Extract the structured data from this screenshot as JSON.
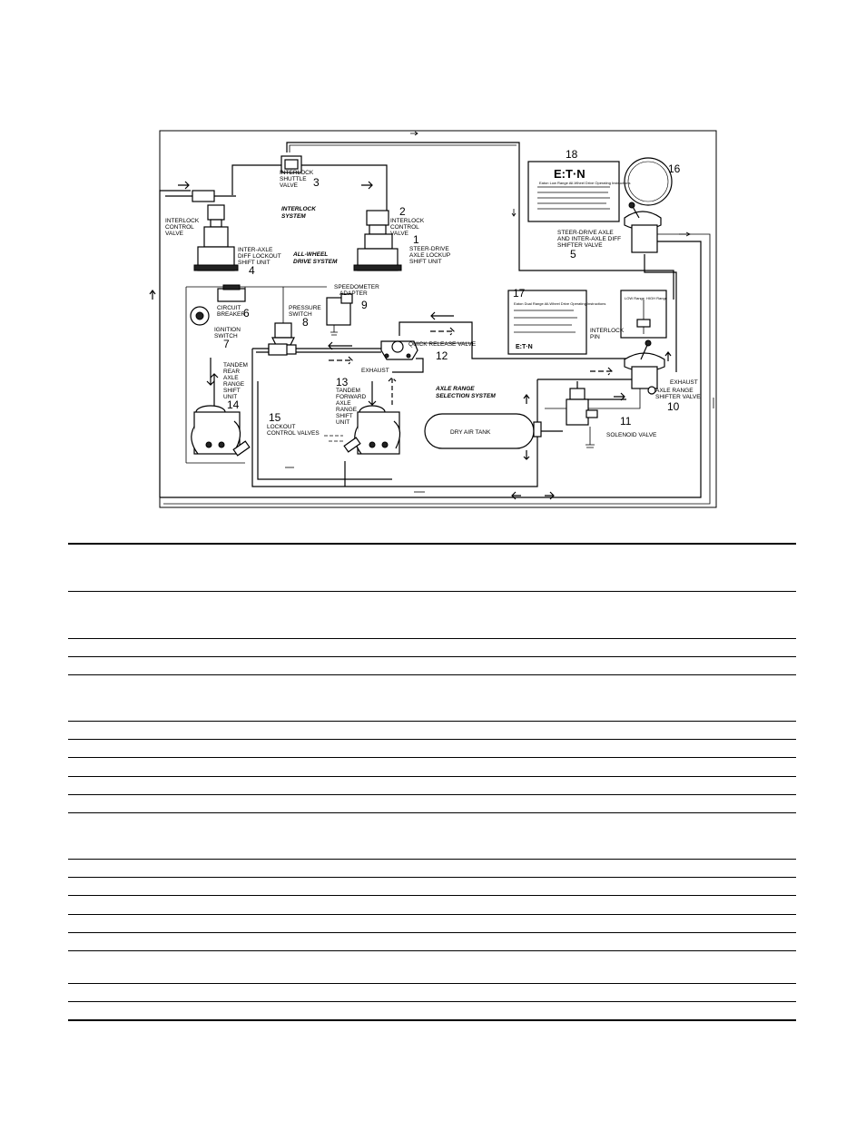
{
  "diagram": {
    "systems": {
      "interlock": "INTERLOCK SYSTEM",
      "all_wheel": "ALL-WHEEL DRIVE SYSTEM",
      "axle_range": "AXLE RANGE SELECTION SYSTEM"
    },
    "components": [
      {
        "num": "1",
        "label": "STEER-DRIVE AXLE LOCKUP SHIFT UNIT"
      },
      {
        "num": "2",
        "label": "INTERLOCK CONTROL VALVE"
      },
      {
        "num": "3",
        "label": "INTERLOCK SHUTTLE VALVE"
      },
      {
        "num": "4",
        "label": "INTER-AXLE DIFF LOCKOUT SHIFT UNIT"
      },
      {
        "num": "5",
        "label": "STEER-DRIVE AXLE AND INTER-AXLE DIFF SHIFTER VALVE"
      },
      {
        "num": "6",
        "label": "CIRCUIT BREAKER"
      },
      {
        "num": "7",
        "label": "IGNITION SWITCH"
      },
      {
        "num": "8",
        "label": "PRESSURE SWITCH"
      },
      {
        "num": "9",
        "label": "SPEEDOMETER ADAPTER"
      },
      {
        "num": "10",
        "label": "AXLE RANGE SHIFTER VALVE"
      },
      {
        "num": "11",
        "label": "SOLENOID VALVE"
      },
      {
        "num": "12",
        "label": "QUICK RELEASE VALVE"
      },
      {
        "num": "13",
        "label": "TANDEM FORWARD AXLE RANGE SHIFT UNIT"
      },
      {
        "num": "14",
        "label": "TANDEM REAR AXLE RANGE SHIFT UNIT"
      },
      {
        "num": "15",
        "label": "LOCKOUT CONTROL VALVES"
      },
      {
        "num": "16",
        "label": ""
      },
      {
        "num": "17",
        "label": ""
      },
      {
        "num": "18",
        "label": ""
      }
    ],
    "other_labels": {
      "interlock_control_valve_left": "INTERLOCK CONTROL VALVE",
      "exhaust_left": "EXHAUST",
      "exhaust_right": "EXHAUST",
      "interlock_pin": "INTERLOCK PIN",
      "dry_air_tank": "DRY AIR TANK",
      "low_range": "LOW Range",
      "high_range": "HIGH Range",
      "brand": "E:T·N",
      "brand_small": "E:T·N",
      "placard_18_title": "Eaton Low Range All-Wheel Drive Operating Instructions",
      "placard_17_title": "Eaton Dual Range All-Wheel Drive Operating Instructions"
    }
  },
  "colors": {
    "ink": "#000000",
    "paper": "#ffffff"
  }
}
